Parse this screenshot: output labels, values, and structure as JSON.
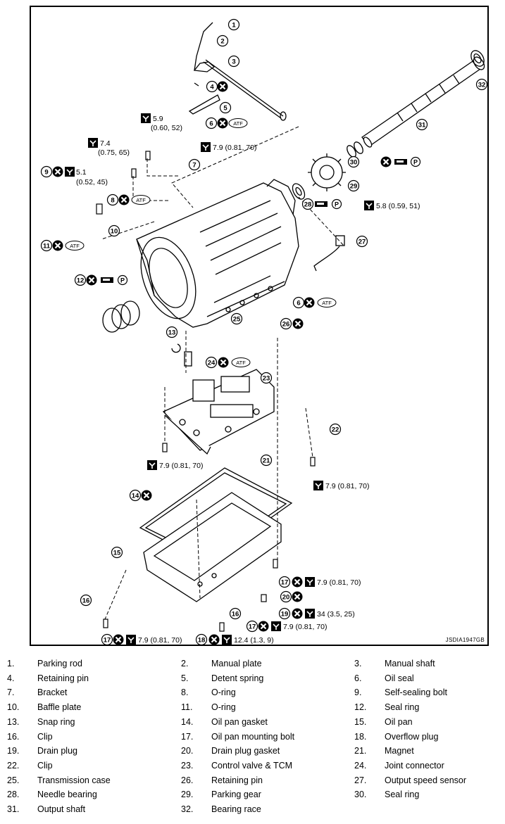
{
  "figure_code": "JSDIA1947GB",
  "callout_symbols": {
    "replace": "x-circle-icon",
    "torque": "torque-wrench-icon",
    "atf_label": "ATF",
    "petroleum_jelly_label": "P"
  },
  "torque_specs": [
    {
      "id": "t1",
      "text": "5.9",
      "text2": "(0.60, 52)"
    },
    {
      "id": "t2",
      "text": "7.4",
      "text2": "(0.75, 65)"
    },
    {
      "id": "t3",
      "text": "5.1",
      "text2": "(0.52, 45)"
    },
    {
      "id": "t4",
      "text": "7.9 (0.81, 70)"
    },
    {
      "id": "t5",
      "text": "5.8 (0.59, 51)"
    },
    {
      "id": "t6",
      "text": "7.9 (0.81, 70)"
    },
    {
      "id": "t7",
      "text": "7.9 (0.81, 70)"
    },
    {
      "id": "t8",
      "text": "7.9 (0.81, 70)"
    },
    {
      "id": "t9",
      "text": "34 (3.5, 25)"
    },
    {
      "id": "t10",
      "text": "7.9 (0.81, 70)"
    },
    {
      "id": "t11",
      "text": "7.9 (0.81, 70)"
    },
    {
      "id": "t12",
      "text": "12.4 (1.3, 9)"
    }
  ],
  "callouts": [
    "1",
    "2",
    "3",
    "4",
    "5",
    "6",
    "7",
    "8",
    "9",
    "10",
    "11",
    "12",
    "13",
    "14",
    "15",
    "16",
    "17",
    "18",
    "19",
    "20",
    "21",
    "22",
    "23",
    "24",
    "25",
    "26",
    "27",
    "28",
    "29",
    "30",
    "31",
    "32"
  ],
  "legend": [
    {
      "num": "1.",
      "name": "Parking rod"
    },
    {
      "num": "2.",
      "name": "Manual plate"
    },
    {
      "num": "3.",
      "name": "Manual shaft"
    },
    {
      "num": "4.",
      "name": "Retaining pin"
    },
    {
      "num": "5.",
      "name": "Detent spring"
    },
    {
      "num": "6.",
      "name": "Oil seal"
    },
    {
      "num": "7.",
      "name": "Bracket"
    },
    {
      "num": "8.",
      "name": "O-ring"
    },
    {
      "num": "9.",
      "name": "Self-sealing bolt"
    },
    {
      "num": "10.",
      "name": "Baffle plate"
    },
    {
      "num": "11.",
      "name": "O-ring"
    },
    {
      "num": "12.",
      "name": "Seal ring"
    },
    {
      "num": "13.",
      "name": "Snap ring"
    },
    {
      "num": "14.",
      "name": "Oil pan gasket"
    },
    {
      "num": "15.",
      "name": "Oil pan"
    },
    {
      "num": "16.",
      "name": "Clip"
    },
    {
      "num": "17.",
      "name": "Oil pan mounting bolt"
    },
    {
      "num": "18.",
      "name": "Overflow plug"
    },
    {
      "num": "19.",
      "name": "Drain plug"
    },
    {
      "num": "20.",
      "name": "Drain plug gasket"
    },
    {
      "num": "21.",
      "name": "Magnet"
    },
    {
      "num": "22.",
      "name": "Clip"
    },
    {
      "num": "23.",
      "name": "Control valve & TCM"
    },
    {
      "num": "24.",
      "name": "Joint connector"
    },
    {
      "num": "25.",
      "name": "Transmission case"
    },
    {
      "num": "26.",
      "name": "Retaining pin"
    },
    {
      "num": "27.",
      "name": "Output speed sensor"
    },
    {
      "num": "28.",
      "name": "Needle bearing"
    },
    {
      "num": "29.",
      "name": "Parking gear"
    },
    {
      "num": "30.",
      "name": "Seal ring"
    },
    {
      "num": "31.",
      "name": "Output shaft"
    },
    {
      "num": "32.",
      "name": "Bearing race"
    }
  ]
}
